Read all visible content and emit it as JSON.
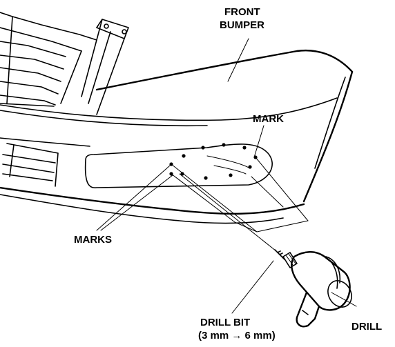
{
  "labels": {
    "front_bumper_line1": "FRONT",
    "front_bumper_line2": "BUMPER",
    "mark": "MARK",
    "marks": "MARKS",
    "drill_bit_line1": "DRILL BIT",
    "drill_bit_line2": "(3 mm → 6 mm)",
    "drill": "DRILL"
  },
  "colors": {
    "ink": "#000000",
    "paper": "#ffffff"
  }
}
